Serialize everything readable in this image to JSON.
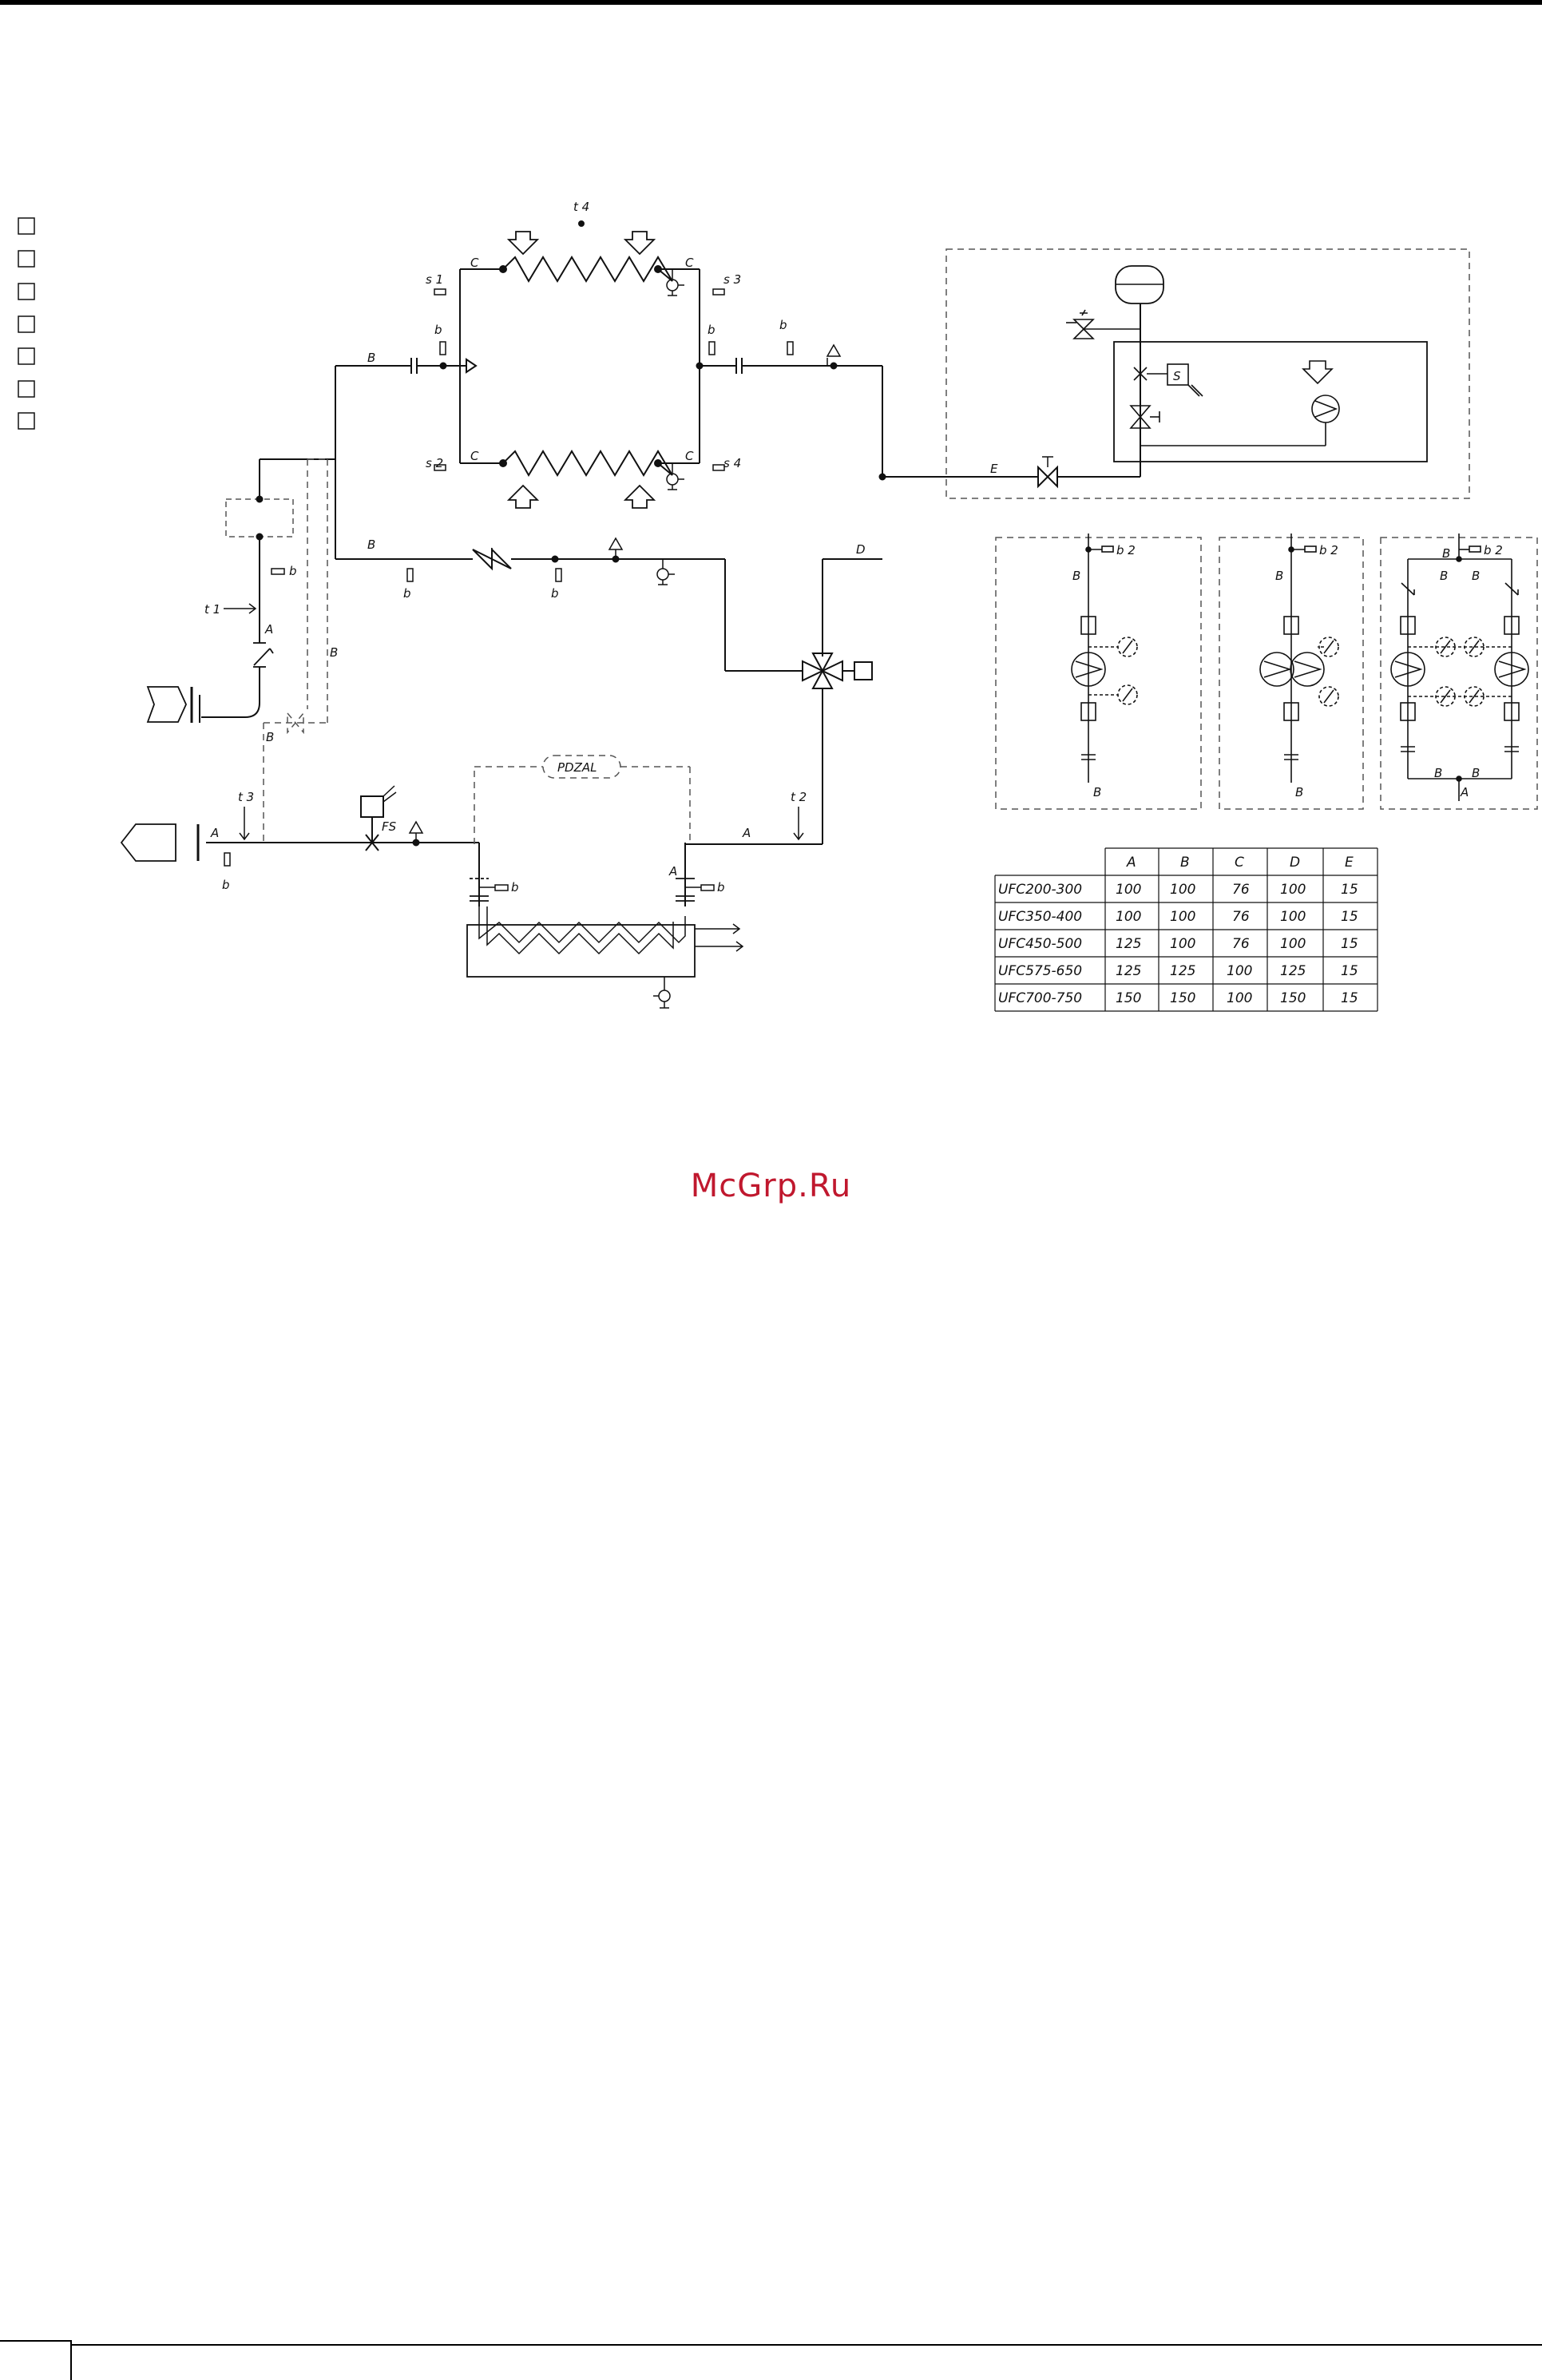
{
  "labels": {
    "t1": "t 1",
    "t2": "t 2",
    "t3": "t 3",
    "t4": "t 4",
    "s1": "s 1",
    "s2": "s 2",
    "s3": "s 3",
    "s4": "s 4",
    "b": "b",
    "b2": "b 2",
    "A": "A",
    "B": "B",
    "C": "C",
    "D": "D",
    "E": "E",
    "S": "S",
    "FS": "FS",
    "pdzal": "PDZAL"
  },
  "table": {
    "headers": [
      "",
      "A",
      "B",
      "C",
      "D",
      "E"
    ],
    "rows": [
      [
        "UFC200-300",
        "100",
        "100",
        "76",
        "100",
        "15"
      ],
      [
        "UFC350-400",
        "100",
        "100",
        "76",
        "100",
        "15"
      ],
      [
        "UFC450-500",
        "125",
        "100",
        "76",
        "100",
        "15"
      ],
      [
        "UFC575-650",
        "125",
        "125",
        "100",
        "125",
        "15"
      ],
      [
        "UFC700-750",
        "150",
        "150",
        "100",
        "150",
        "15"
      ]
    ]
  },
  "watermark": "McGrp.Ru",
  "colors": {
    "line": "#111111",
    "dashed": "#555555",
    "watermark": "#c0182e"
  }
}
